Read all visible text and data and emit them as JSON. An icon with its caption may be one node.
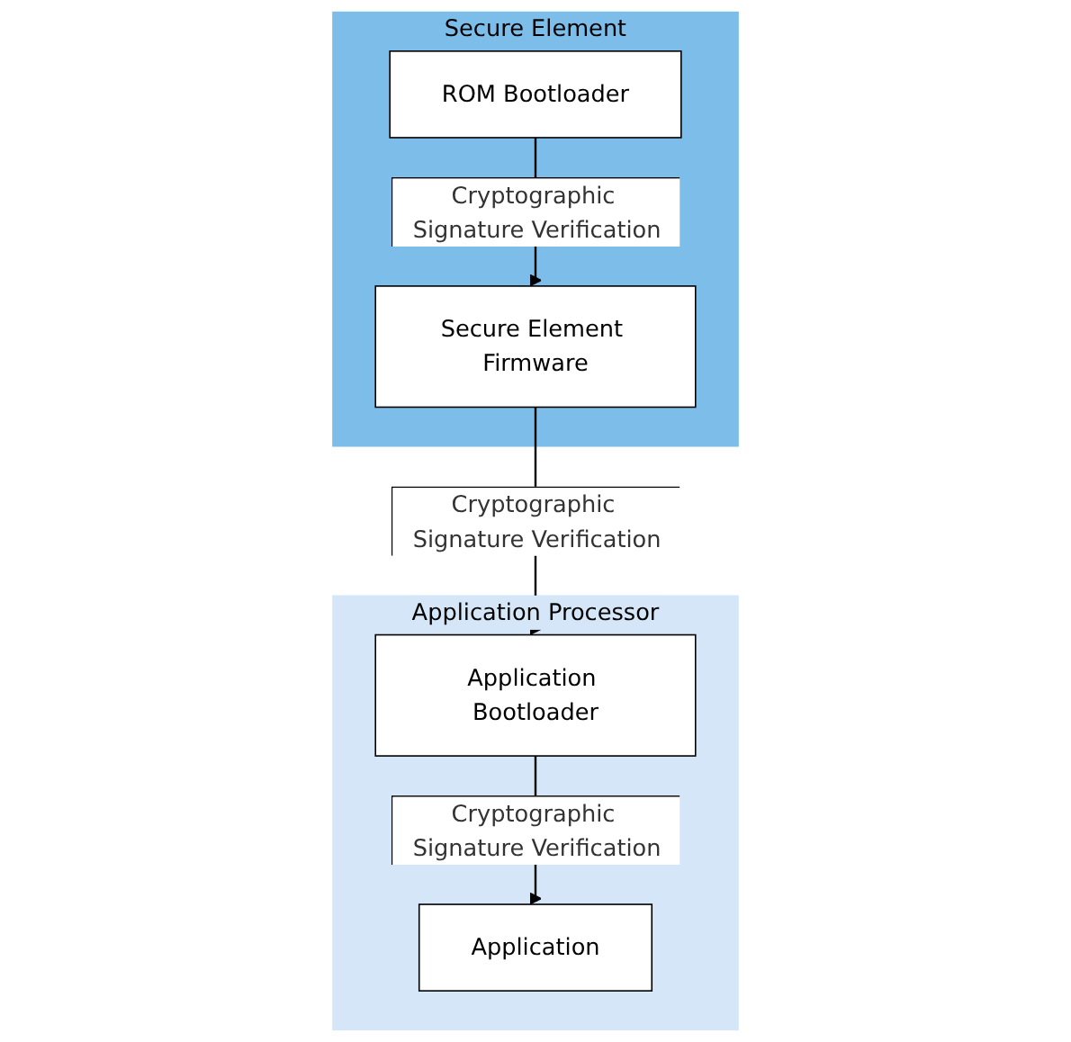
{
  "diagram": {
    "nodes": [
      {
        "text": [
          "Secure Element"
        ]
      },
      {
        "text": [
          "ROM Bootloader"
        ],
        "in": 0
      },
      {
        "text": [
          "Secure Element Firmware"
        ],
        "in": 0
      },
      {
        "text": [
          "Application Processor"
        ]
      },
      {
        "text": [
          "Application Bootloader"
        ],
        "in": 3
      },
      {
        "text": [
          "Application"
        ],
        "in": 3
      }
    ],
    "edges": [
      {
        "from": 1,
        "to": 2,
        "arrow": "to",
        "label": "Cryptographic Signature Verification"
      },
      {
        "from": 2,
        "to": 4,
        "arrow": "to",
        "label": "Cryptographic Signature Verification"
      },
      {
        "from": 4,
        "to": 5,
        "arrow": "to",
        "label": "Cryptographic Signature Verification"
      }
    ]
  }
}
